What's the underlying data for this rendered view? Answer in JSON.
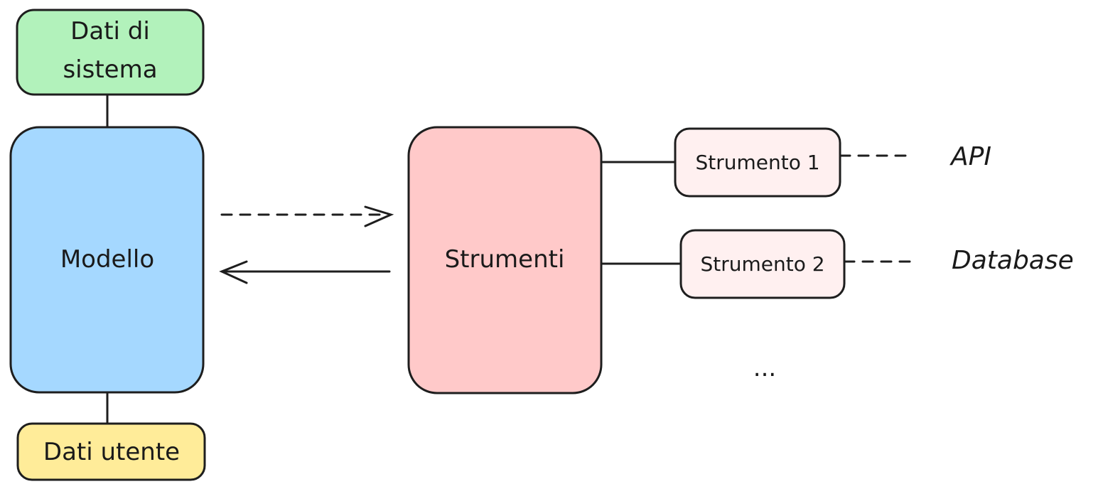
{
  "nodes": {
    "system_data": {
      "line1": "Dati di",
      "line2": "sistema",
      "fill": "#b2f2bb"
    },
    "model": {
      "label": "Modello",
      "fill": "#a5d8ff"
    },
    "user_data": {
      "label": "Dati utente",
      "fill": "#ffec99"
    },
    "tools": {
      "label": "Strumenti",
      "fill": "#ffc9c9"
    },
    "tool1": {
      "label": "Strumento 1",
      "fill": "#fff0f0"
    },
    "tool2": {
      "label": "Strumento 2",
      "fill": "#fff0f0"
    }
  },
  "labels": {
    "api": "API",
    "database": "Database",
    "more": "..."
  },
  "edges": [
    {
      "from": "system_data",
      "to": "model",
      "style": "solid"
    },
    {
      "from": "model",
      "to": "user_data",
      "style": "solid"
    },
    {
      "from": "model",
      "to": "tools",
      "style": "dashed",
      "arrow": true
    },
    {
      "from": "tools",
      "to": "model",
      "style": "solid",
      "arrow": true
    },
    {
      "from": "tools",
      "to": "tool1",
      "style": "solid"
    },
    {
      "from": "tools",
      "to": "tool2",
      "style": "solid"
    },
    {
      "from": "tool1",
      "to": "api",
      "style": "dashed"
    },
    {
      "from": "tool2",
      "to": "database",
      "style": "dashed"
    }
  ]
}
